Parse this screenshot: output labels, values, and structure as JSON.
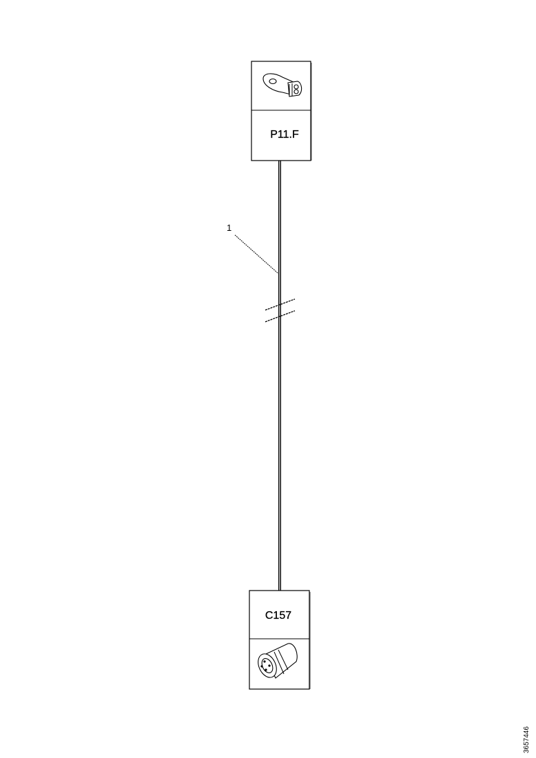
{
  "connectors": {
    "top": {
      "label": "P11.F",
      "icon": "ring-terminal-icon"
    },
    "bottom": {
      "label": "C157",
      "icon": "bulb-socket-connector-icon"
    }
  },
  "wire": {
    "number": "1",
    "break_symbol": "wire-break-icon"
  },
  "document": {
    "reference": "3657446"
  },
  "colors": {
    "line": "#000000",
    "background": "#ffffff"
  }
}
